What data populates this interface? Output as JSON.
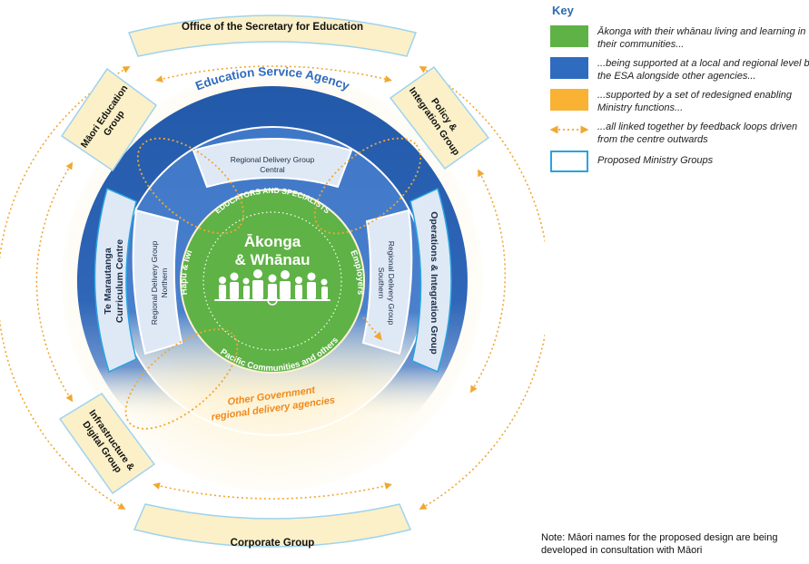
{
  "groups": {
    "secretary": "Office of the Secretary for Education",
    "corporate": "Corporate Group",
    "maori_education": [
      "Māori Education",
      "Group"
    ],
    "policy": [
      "Policy &",
      "Integration Group"
    ],
    "te_marautanga": [
      "Te Marautanga",
      "Curriculum Centre"
    ],
    "operations": "Operations & Integration Group",
    "infrastructure": [
      "Infrastructure &",
      "Digital Group"
    ]
  },
  "esa": {
    "title": "Education Service Agency",
    "rdg_central": [
      "Regional Delivery Group",
      "Central"
    ],
    "rdg_northern": [
      "Regional Delivery Group",
      "Northern"
    ],
    "rdg_southern": [
      "Regional Delivery Group",
      "Southern"
    ]
  },
  "centre": {
    "title_line1": "Ākonga",
    "title_line2": "& Whānau",
    "educators": "EDUCATORS AND SPECIALISTS",
    "employers": "Employers",
    "hapu": "Hapū & Iwi",
    "pacific": "Pacific Communities and others"
  },
  "other_gov": [
    "Other Government",
    "regional delivery agencies"
  ],
  "key": {
    "title": "Key",
    "items": [
      {
        "label": "Ākonga with their whānau living and learning in their communities...",
        "swatch": "#5fb246",
        "style": "fill"
      },
      {
        "label": "...being supported at a local and regional level by the ESA alongside other agencies...",
        "swatch": "#2f6bbf",
        "style": "fill"
      },
      {
        "label": "...supported by a set of redesigned enabling Ministry functions...",
        "swatch": "#f9b233",
        "style": "fill"
      },
      {
        "label": "...all linked together by feedback loops driven from the centre outwards",
        "swatch": "#f0a830",
        "style": "arrow"
      },
      {
        "label": "Proposed Ministry Groups",
        "swatch": "#29a3e0",
        "style": "outline"
      }
    ]
  },
  "note": "Note: Māori names for the proposed design are being developed in consultation with Māori",
  "colors": {
    "green": "#5fb246",
    "blue_dark": "#1e4fa0",
    "blue_mid": "#3d72c4",
    "orange": "#f0a830",
    "cream": "#fbf0c8",
    "box_border": "#9ed3f0"
  }
}
